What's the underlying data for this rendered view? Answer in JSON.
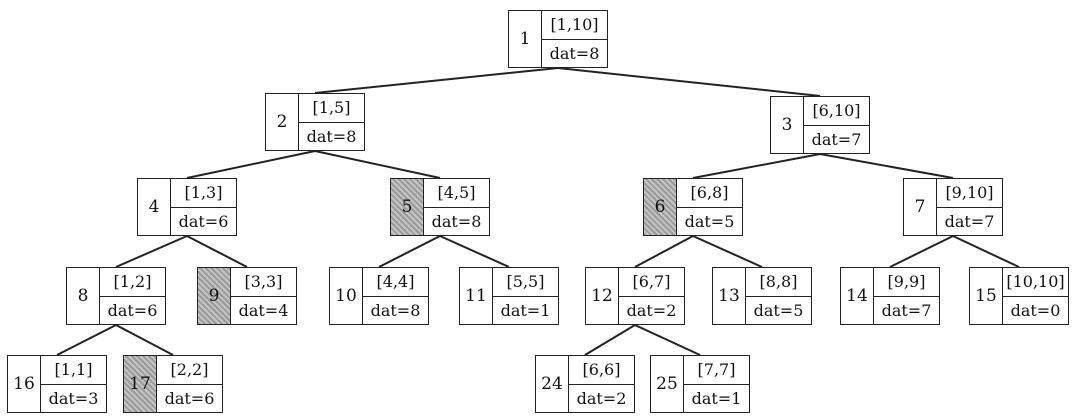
{
  "nodes": [
    {
      "id": "1",
      "range": "[1,10]",
      "dat": "dat=8",
      "shaded": false
    },
    {
      "id": "2",
      "range": "[1,5]",
      "dat": "dat=8",
      "shaded": false
    },
    {
      "id": "3",
      "range": "[6,10]",
      "dat": "dat=7",
      "shaded": false
    },
    {
      "id": "4",
      "range": "[1,3]",
      "dat": "dat=6",
      "shaded": false
    },
    {
      "id": "5",
      "range": "[4,5]",
      "dat": "dat=8",
      "shaded": true
    },
    {
      "id": "6",
      "range": "[6,8]",
      "dat": "dat=5",
      "shaded": true
    },
    {
      "id": "7",
      "range": "[9,10]",
      "dat": "dat=7",
      "shaded": false
    },
    {
      "id": "8",
      "range": "[1,2]",
      "dat": "dat=6",
      "shaded": false
    },
    {
      "id": "9",
      "range": "[3,3]",
      "dat": "dat=4",
      "shaded": true
    },
    {
      "id": "10",
      "range": "[4,4]",
      "dat": "dat=8",
      "shaded": false
    },
    {
      "id": "11",
      "range": "[5,5]",
      "dat": "dat=1",
      "shaded": false
    },
    {
      "id": "12",
      "range": "[6,7]",
      "dat": "dat=2",
      "shaded": false
    },
    {
      "id": "13",
      "range": "[8,8]",
      "dat": "dat=5",
      "shaded": false
    },
    {
      "id": "14",
      "range": "[9,9]",
      "dat": "dat=7",
      "shaded": false
    },
    {
      "id": "15",
      "range": "[10,10]",
      "dat": "dat=0",
      "shaded": false
    },
    {
      "id": "16",
      "range": "[1,1]",
      "dat": "dat=3",
      "shaded": false
    },
    {
      "id": "17",
      "range": "[2,2]",
      "dat": "dat=6",
      "shaded": true
    },
    {
      "id": "24",
      "range": "[6,6]",
      "dat": "dat=2",
      "shaded": false
    },
    {
      "id": "25",
      "range": "[7,7]",
      "dat": "dat=1",
      "shaded": false
    }
  ],
  "edges": [
    [
      "1",
      "2"
    ],
    [
      "1",
      "3"
    ],
    [
      "2",
      "4"
    ],
    [
      "2",
      "5"
    ],
    [
      "3",
      "6"
    ],
    [
      "3",
      "7"
    ],
    [
      "4",
      "8"
    ],
    [
      "4",
      "9"
    ],
    [
      "5",
      "10"
    ],
    [
      "5",
      "11"
    ],
    [
      "6",
      "12"
    ],
    [
      "6",
      "13"
    ],
    [
      "7",
      "14"
    ],
    [
      "7",
      "15"
    ],
    [
      "8",
      "16"
    ],
    [
      "8",
      "17"
    ],
    [
      "12",
      "24"
    ],
    [
      "12",
      "25"
    ]
  ]
}
